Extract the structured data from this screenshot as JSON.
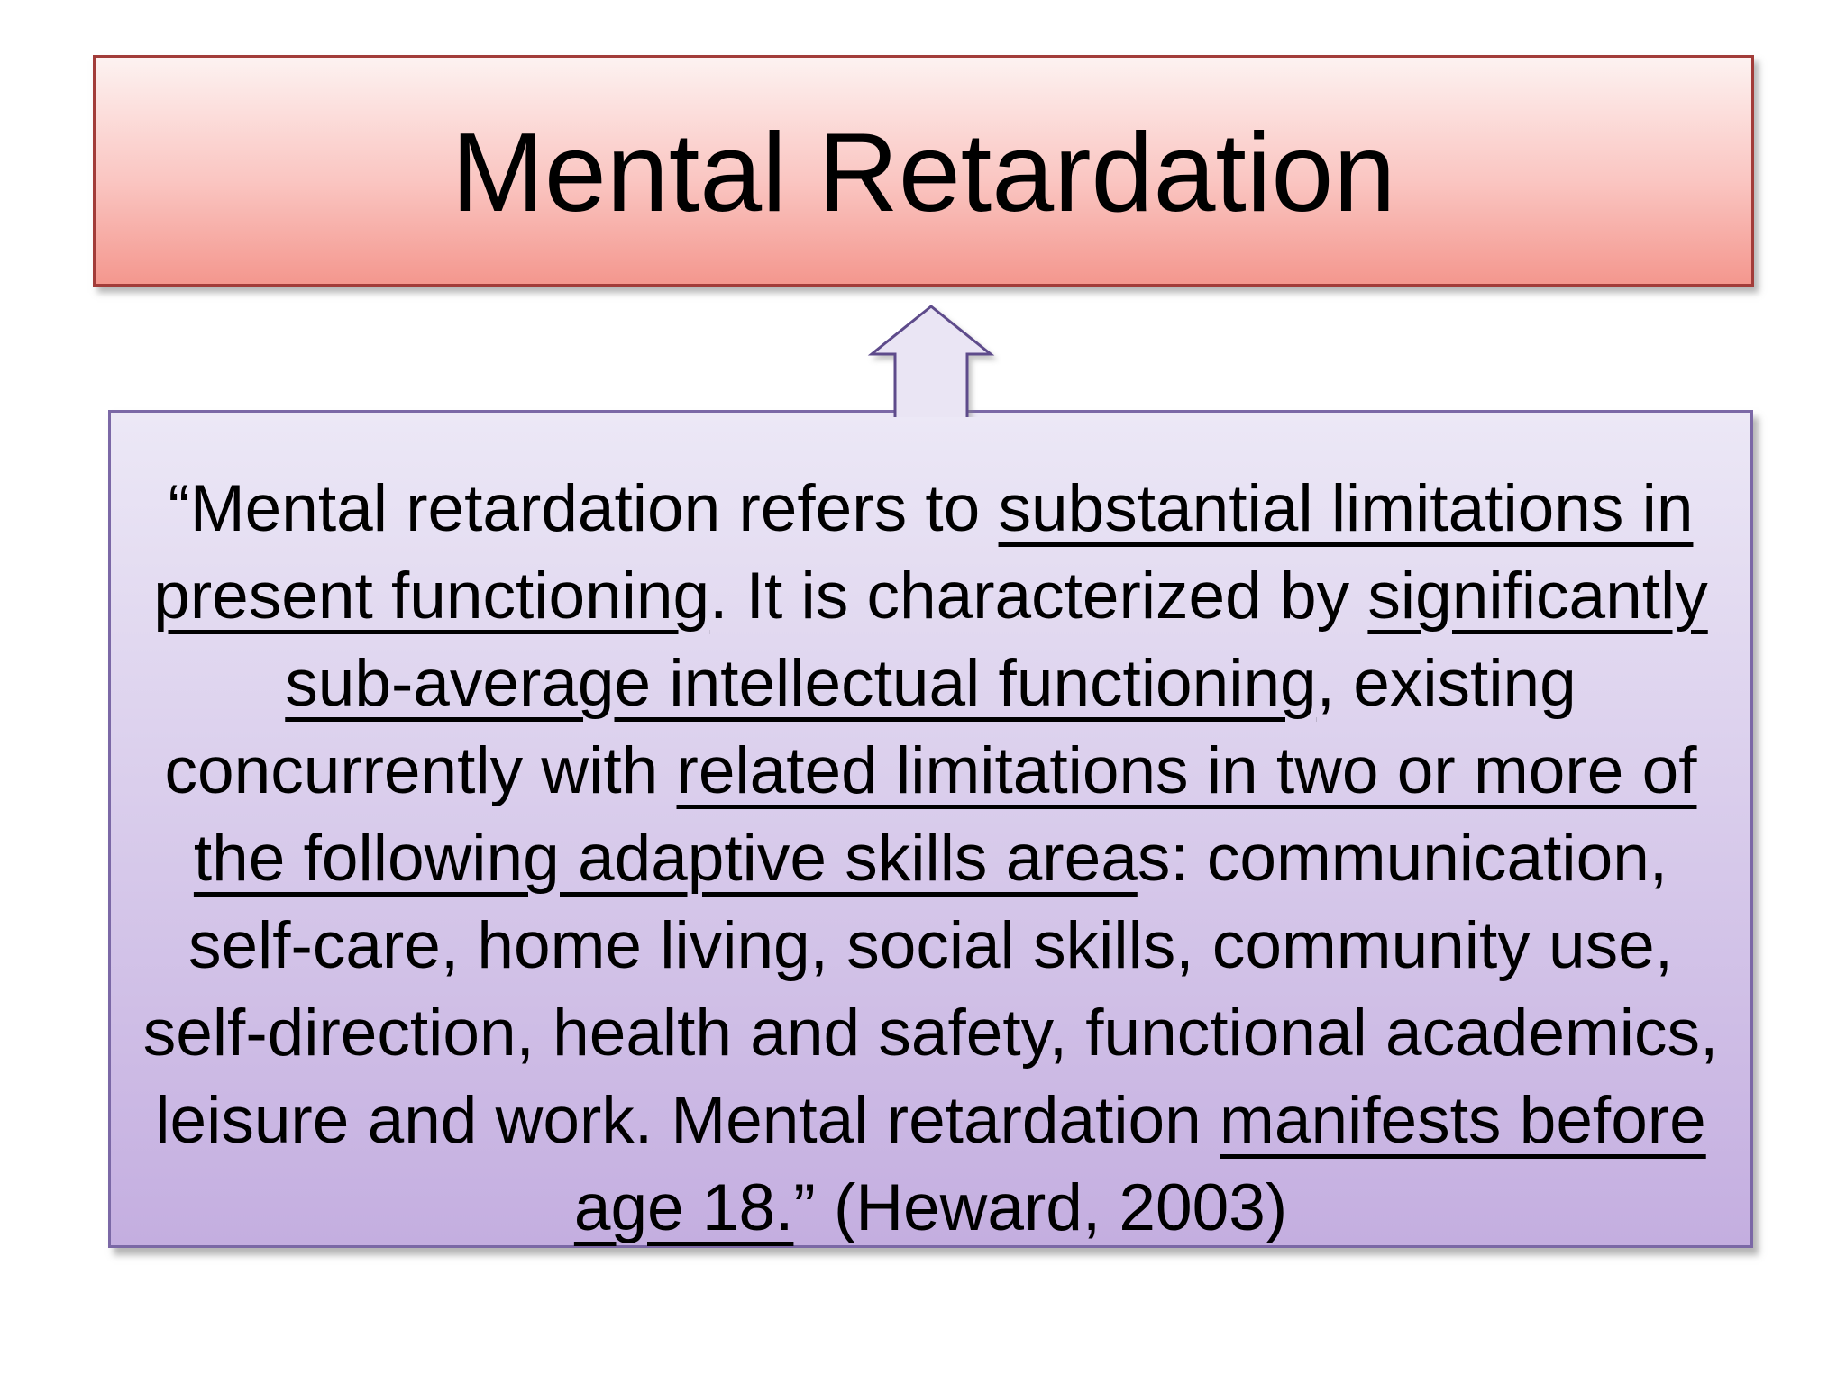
{
  "colors": {
    "background": "#ffffff",
    "text": "#000000",
    "title-border": "#a23c39",
    "title-grad-top": "#fdf2f1",
    "title-grad-mid": "#fac5c1",
    "title-grad-bottom": "#f4978e",
    "body-border": "#7b68a6",
    "body-grad-top": "#ece8f6",
    "body-grad-bottom": "#c4aee0",
    "arrow-fill": "#eae5f4",
    "arrow-border": "#5e4b8b"
  },
  "title": {
    "text": "Mental Retardation"
  },
  "arrow": {
    "icon": "up-arrow",
    "description": "block arrow pointing up from definition box to title"
  },
  "body": {
    "citation": "(Heward, 2003)",
    "lines": [
      [
        {
          "t": "“Mental retardation refers to ",
          "u": false
        },
        {
          "t": "substantial limitations in",
          "u": true
        }
      ],
      [
        {
          "t": "present functioning",
          "u": true
        },
        {
          "t": ". It is characterized by ",
          "u": false
        },
        {
          "t": "significantly",
          "u": true
        }
      ],
      [
        {
          "t": "sub-average intellectual functioning",
          "u": true
        },
        {
          "t": ", existing",
          "u": false
        }
      ],
      [
        {
          "t": "concurrently with ",
          "u": false
        },
        {
          "t": "related limitations in two or more of",
          "u": true
        }
      ],
      [
        {
          "t": "the following adaptive skills area",
          "u": true
        },
        {
          "t": "s: communication,",
          "u": false
        }
      ],
      [
        {
          "t": "self-care, home living, social skills, community use,",
          "u": false
        }
      ],
      [
        {
          "t": "self-direction, health and safety, functional academics,",
          "u": false
        }
      ],
      [
        {
          "t": "leisure and work. Mental retardation ",
          "u": false
        },
        {
          "t": "manifests before",
          "u": true
        }
      ],
      [
        {
          "t": "age 18.",
          "u": true
        },
        {
          "t": "” (Heward, 2003)",
          "u": false
        }
      ]
    ]
  }
}
